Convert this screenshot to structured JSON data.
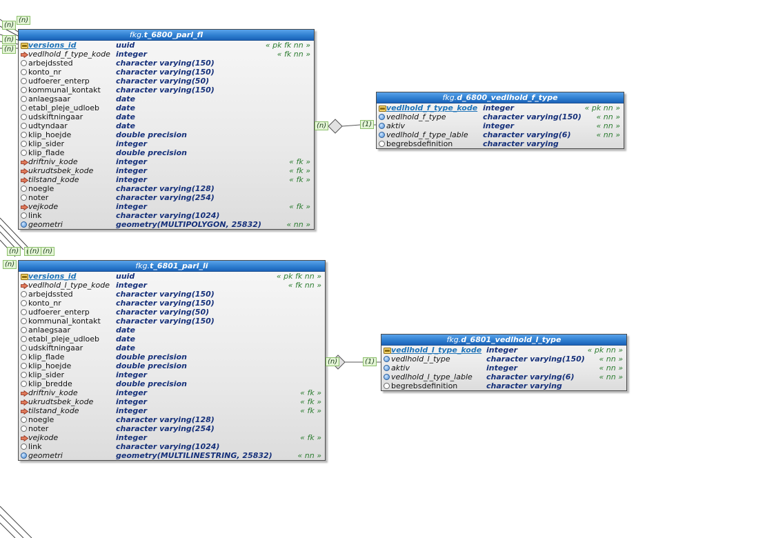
{
  "tables": [
    {
      "schema": "fkg.",
      "name": "t_6800_parl_fl",
      "columns": [
        {
          "name": "versions_id",
          "type": "uuid",
          "flags": "« pk fk nn »",
          "icon": "pk-fk-key"
        },
        {
          "name": "vedlhold_f_type_kode",
          "type": "integer",
          "flags": "« fk nn »",
          "icon": "fk-arrow"
        },
        {
          "name": "arbejdssted",
          "type": "character varying(150)",
          "flags": "",
          "icon": "column-circle"
        },
        {
          "name": "konto_nr",
          "type": "character varying(150)",
          "flags": "",
          "icon": "column-circle"
        },
        {
          "name": "udfoerer_enterp",
          "type": "character varying(50)",
          "flags": "",
          "icon": "column-circle"
        },
        {
          "name": "kommunal_kontakt",
          "type": "character varying(150)",
          "flags": "",
          "icon": "column-circle"
        },
        {
          "name": "anlaegsaar",
          "type": "date",
          "flags": "",
          "icon": "column-circle"
        },
        {
          "name": "etabl_pleje_udloeb",
          "type": "date",
          "flags": "",
          "icon": "column-circle"
        },
        {
          "name": "udskiftningaar",
          "type": "date",
          "flags": "",
          "icon": "column-circle"
        },
        {
          "name": "udtyndaar",
          "type": "date",
          "flags": "",
          "icon": "column-circle"
        },
        {
          "name": "klip_hoejde",
          "type": "double precision",
          "flags": "",
          "icon": "column-circle"
        },
        {
          "name": "klip_sider",
          "type": "integer",
          "flags": "",
          "icon": "column-circle"
        },
        {
          "name": "klip_flade",
          "type": "double precision",
          "flags": "",
          "icon": "column-circle"
        },
        {
          "name": "driftniv_kode",
          "type": "integer",
          "flags": "« fk »",
          "icon": "fk-arrow"
        },
        {
          "name": "ukrudtsbek_kode",
          "type": "integer",
          "flags": "« fk »",
          "icon": "fk-arrow"
        },
        {
          "name": "tilstand_kode",
          "type": "integer",
          "flags": "« fk »",
          "icon": "fk-arrow"
        },
        {
          "name": "noegle",
          "type": "character varying(128)",
          "flags": "",
          "icon": "column-circle"
        },
        {
          "name": "noter",
          "type": "character varying(254)",
          "flags": "",
          "icon": "column-circle"
        },
        {
          "name": "vejkode",
          "type": "integer",
          "flags": "« fk »",
          "icon": "fk-arrow"
        },
        {
          "name": "link",
          "type": "character varying(1024)",
          "flags": "",
          "icon": "column-circle"
        },
        {
          "name": "geometri",
          "type": "geometry(MULTIPOLYGON, 25832)",
          "flags": "« nn »",
          "icon": "nn-circle"
        }
      ]
    },
    {
      "schema": "fkg.",
      "name": "d_6800_vedlhold_f_type",
      "columns": [
        {
          "name": "vedlhold_f_type_kode",
          "type": "integer",
          "flags": "« pk nn »",
          "icon": "pk-key"
        },
        {
          "name": "vedlhold_f_type",
          "type": "character varying(150)",
          "flags": "« nn »",
          "icon": "nn-circle"
        },
        {
          "name": "aktiv",
          "type": "integer",
          "flags": "« nn »",
          "icon": "nn-circle"
        },
        {
          "name": "vedlhold_f_type_lable",
          "type": "character varying(6)",
          "flags": "« nn »",
          "icon": "nn-circle"
        },
        {
          "name": "begrebsdefinition",
          "type": "character varying",
          "flags": "",
          "icon": "column-circle"
        }
      ]
    },
    {
      "schema": "fkg.",
      "name": "t_6801_parl_li",
      "columns": [
        {
          "name": "versions_id",
          "type": "uuid",
          "flags": "« pk fk nn »",
          "icon": "pk-fk-key"
        },
        {
          "name": "vedlhold_l_type_kode",
          "type": "integer",
          "flags": "« fk nn »",
          "icon": "fk-arrow"
        },
        {
          "name": "arbejdssted",
          "type": "character varying(150)",
          "flags": "",
          "icon": "column-circle"
        },
        {
          "name": "konto_nr",
          "type": "character varying(150)",
          "flags": "",
          "icon": "column-circle"
        },
        {
          "name": "udfoerer_enterp",
          "type": "character varying(50)",
          "flags": "",
          "icon": "column-circle"
        },
        {
          "name": "kommunal_kontakt",
          "type": "character varying(150)",
          "flags": "",
          "icon": "column-circle"
        },
        {
          "name": "anlaegsaar",
          "type": "date",
          "flags": "",
          "icon": "column-circle"
        },
        {
          "name": "etabl_pleje_udloeb",
          "type": "date",
          "flags": "",
          "icon": "column-circle"
        },
        {
          "name": "udskiftningaar",
          "type": "date",
          "flags": "",
          "icon": "column-circle"
        },
        {
          "name": "klip_flade",
          "type": "double precision",
          "flags": "",
          "icon": "column-circle"
        },
        {
          "name": "klip_hoejde",
          "type": "double precision",
          "flags": "",
          "icon": "column-circle"
        },
        {
          "name": "klip_sider",
          "type": "integer",
          "flags": "",
          "icon": "column-circle"
        },
        {
          "name": "klip_bredde",
          "type": "double precision",
          "flags": "",
          "icon": "column-circle"
        },
        {
          "name": "driftniv_kode",
          "type": "integer",
          "flags": "« fk »",
          "icon": "fk-arrow"
        },
        {
          "name": "ukrudtsbek_kode",
          "type": "integer",
          "flags": "« fk »",
          "icon": "fk-arrow"
        },
        {
          "name": "tilstand_kode",
          "type": "integer",
          "flags": "« fk »",
          "icon": "fk-arrow"
        },
        {
          "name": "noegle",
          "type": "character varying(128)",
          "flags": "",
          "icon": "column-circle"
        },
        {
          "name": "noter",
          "type": "character varying(254)",
          "flags": "",
          "icon": "column-circle"
        },
        {
          "name": "vejkode",
          "type": "integer",
          "flags": "« fk »",
          "icon": "fk-arrow"
        },
        {
          "name": "link",
          "type": "character varying(1024)",
          "flags": "",
          "icon": "column-circle"
        },
        {
          "name": "geometri",
          "type": "geometry(MULTILINESTRING, 25832)",
          "flags": "« nn »",
          "icon": "nn-circle"
        }
      ]
    },
    {
      "schema": "fkg.",
      "name": "d_6801_vedlhold_l_type",
      "columns": [
        {
          "name": "vedlhold_l_type_kode",
          "type": "integer",
          "flags": "« pk nn »",
          "icon": "pk-key"
        },
        {
          "name": "vedlhold_l_type",
          "type": "character varying(150)",
          "flags": "« nn »",
          "icon": "nn-circle"
        },
        {
          "name": "aktiv",
          "type": "integer",
          "flags": "« nn »",
          "icon": "nn-circle"
        },
        {
          "name": "vedlhold_l_type_lable",
          "type": "character varying(6)",
          "flags": "« nn »",
          "icon": "nn-circle"
        },
        {
          "name": "begrebsdefinition",
          "type": "character varying",
          "flags": "",
          "icon": "column-circle"
        }
      ]
    }
  ],
  "relationships": [
    {
      "from": "t_6800_parl_fl",
      "to": "d_6800_vedlhold_f_type",
      "from_label": "(n)",
      "to_label": "(1)"
    },
    {
      "from": "t_6801_parl_li",
      "to": "d_6801_vedlhold_l_type",
      "from_label": "(n)",
      "to_label": "(1)"
    }
  ],
  "offscreen_badges": [
    "(n)",
    "(n)",
    "(n)",
    "(n)",
    "(n)",
    "(n)",
    "(n)",
    "(n)",
    "(n)"
  ],
  "colors": {
    "header": "#2f7fd0",
    "pk_name": "#1e73b8",
    "type": "#15307a",
    "flags": "#2e7d32",
    "badge_bg": "#e4f5d6"
  }
}
